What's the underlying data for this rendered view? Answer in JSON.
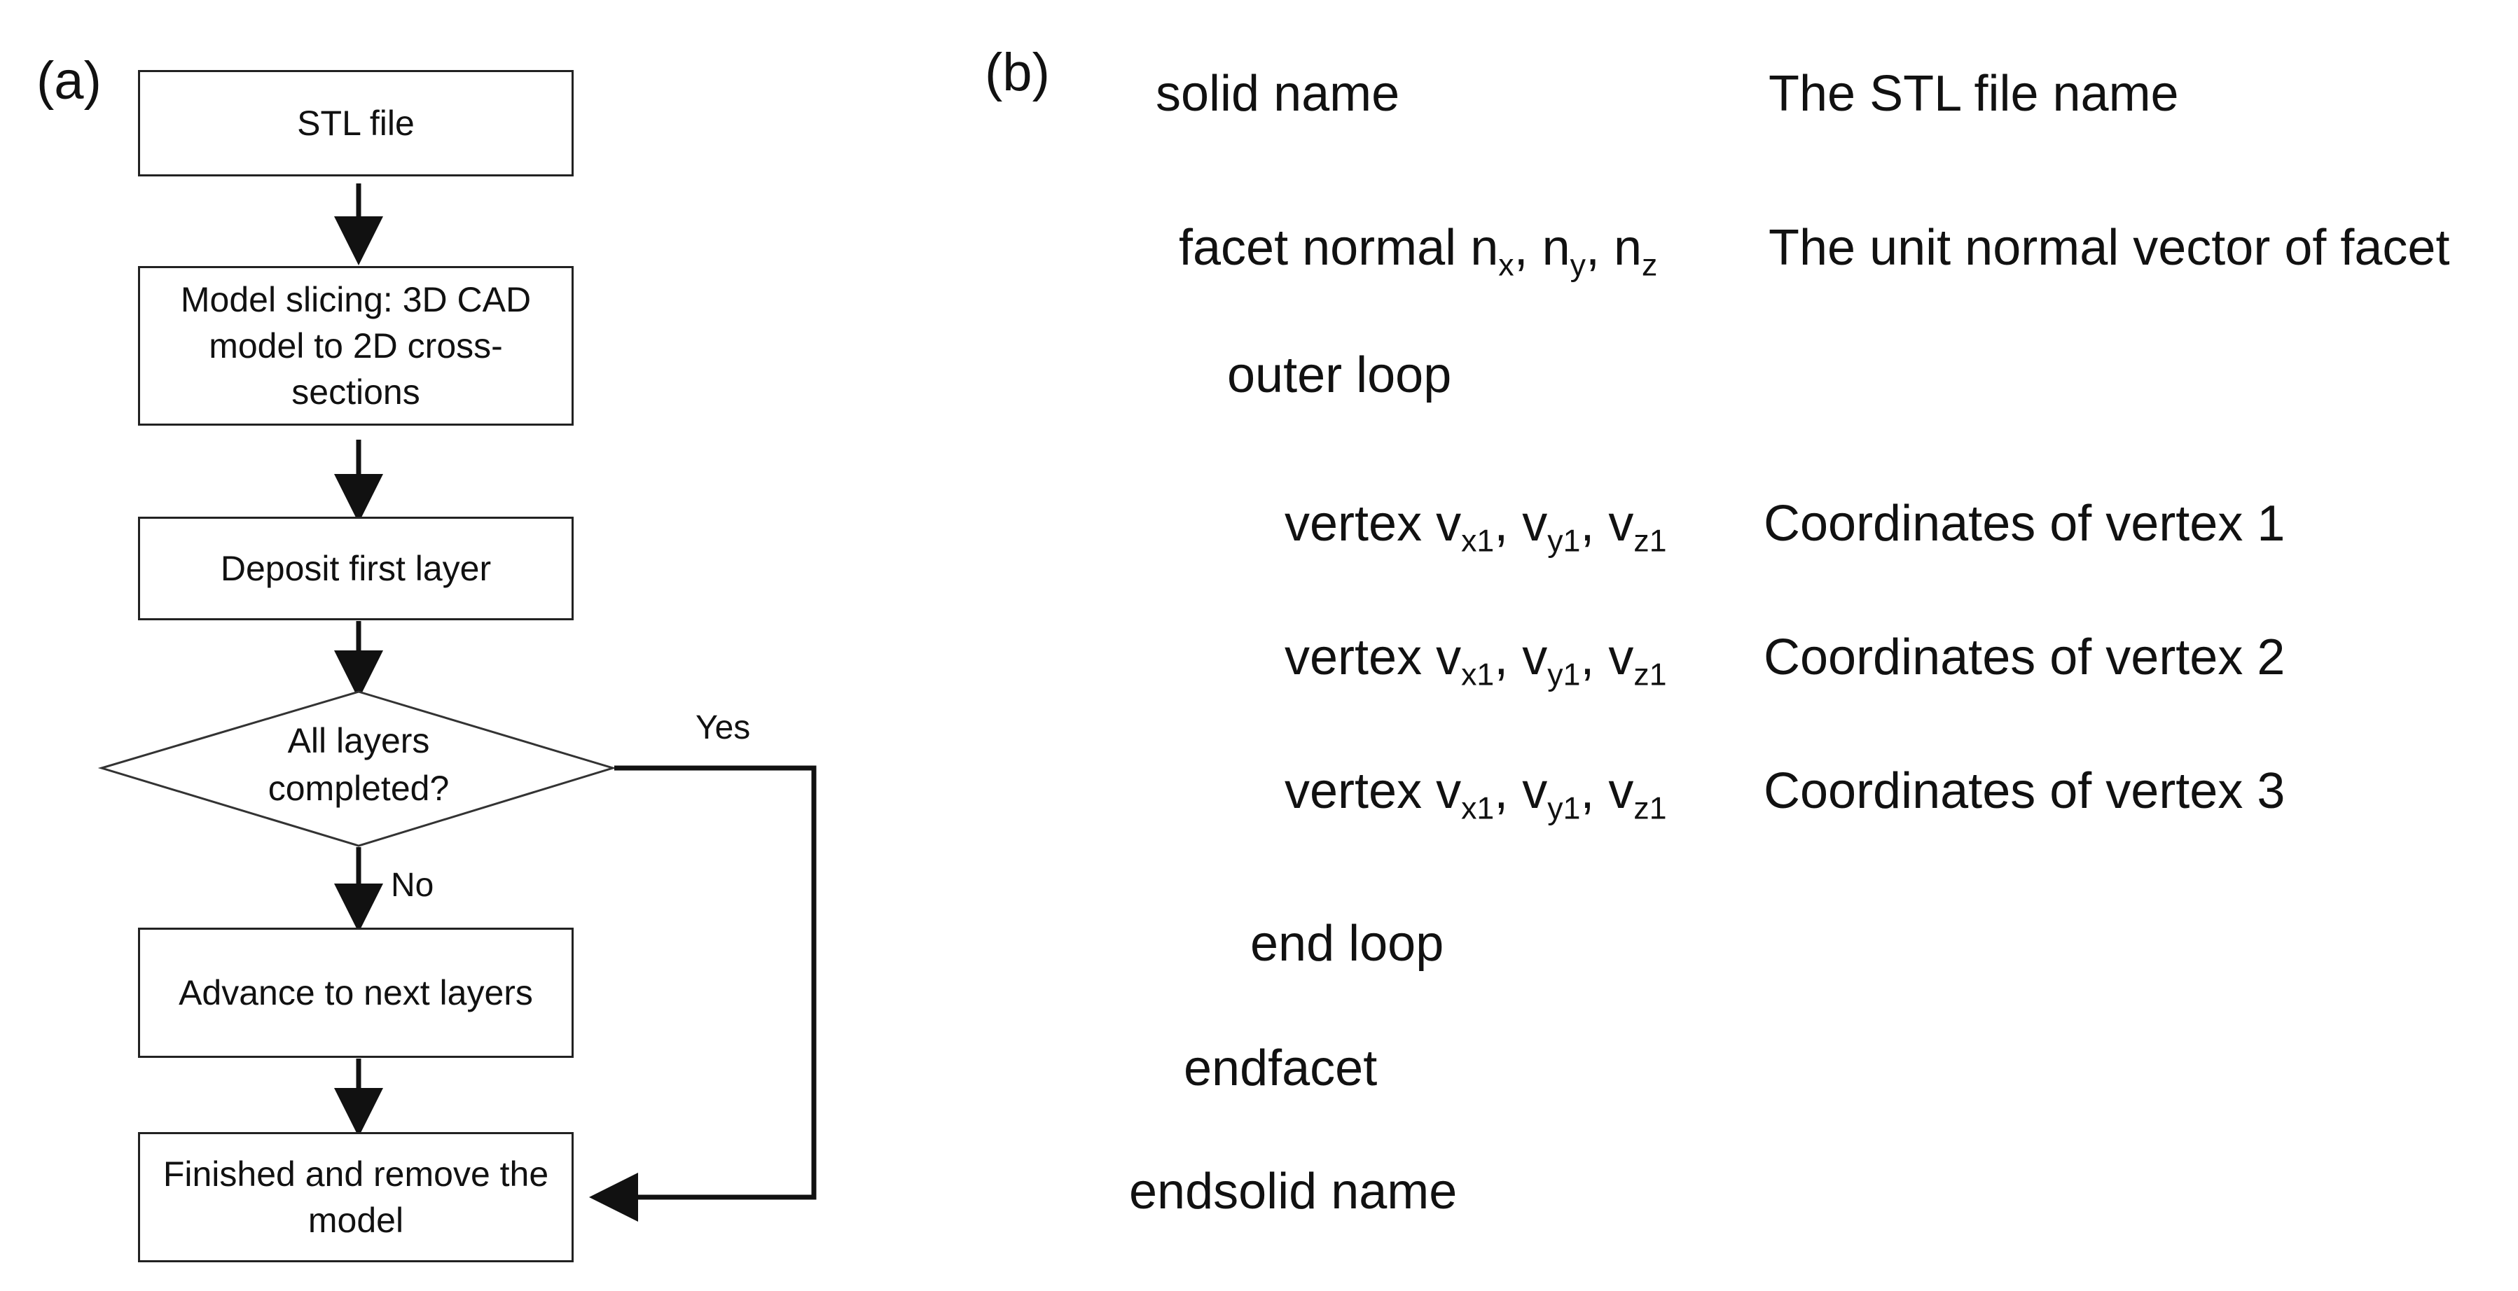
{
  "panel_a": {
    "label": "(a)",
    "boxes": {
      "stl_file": "STL file",
      "model_slicing": "Model slicing: 3D CAD model to 2D cross-sections",
      "deposit_first": "Deposit first layer",
      "advance": "Advance to next layers",
      "finished": "Finished and remove the model"
    },
    "decision": {
      "line1": "All layers",
      "line2": "completed?"
    },
    "edge_yes": "Yes",
    "edge_no": "No"
  },
  "panel_b": {
    "label": "(b)",
    "lines": [
      {
        "text": "solid name",
        "desc": "The STL file name"
      },
      {
        "text": "facet normal",
        "vars": [
          [
            "n",
            "x"
          ],
          [
            "n",
            "y"
          ],
          [
            "n",
            "z"
          ]
        ],
        "desc": "The unit normal vector of facet"
      },
      {
        "text": "outer loop",
        "desc": ""
      },
      {
        "text": "vertex",
        "vars": [
          [
            "v",
            "x1"
          ],
          [
            "v",
            "y1"
          ],
          [
            "v",
            "z1"
          ]
        ],
        "desc": "Coordinates of vertex 1"
      },
      {
        "text": "vertex",
        "vars": [
          [
            "v",
            "x1"
          ],
          [
            "v",
            "y1"
          ],
          [
            "v",
            "z1"
          ]
        ],
        "desc": "Coordinates of vertex 2"
      },
      {
        "text": "vertex",
        "vars": [
          [
            "v",
            "x1"
          ],
          [
            "v",
            "y1"
          ],
          [
            "v",
            "z1"
          ]
        ],
        "desc": "Coordinates of vertex 3"
      },
      {
        "text": "end loop",
        "desc": ""
      },
      {
        "text": "endfacet",
        "desc": ""
      },
      {
        "text": "endsolid name",
        "desc": ""
      }
    ]
  }
}
